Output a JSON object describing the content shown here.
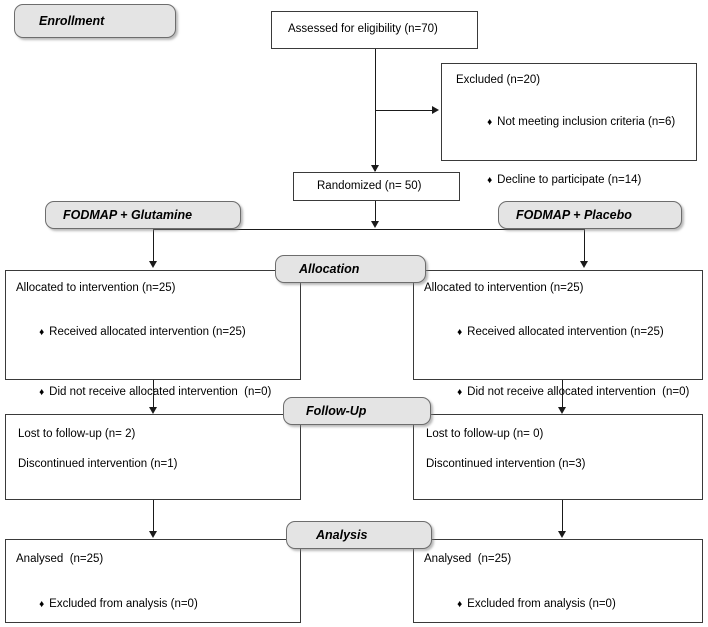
{
  "diagram": {
    "title": "CONSORT participant flow diagram",
    "type": "flowchart",
    "colors": {
      "stage_fill": "#e4e4e4",
      "stage_border": "#6d6d6d",
      "box_border": "#3a3a3a",
      "line": "#1a1a1a",
      "text": "#000000",
      "background": "#ffffff"
    }
  },
  "stages": {
    "enrollment": "Enrollment",
    "allocation": "Allocation",
    "followup": "Follow-Up",
    "analysis": "Analysis"
  },
  "arms": {
    "left": "FODMAP + Glutamine",
    "right": "FODMAP + Placebo"
  },
  "enrollment": {
    "assessed": "Assessed for eligibility (n=70)",
    "randomized": "Randomized (n= 50)",
    "excluded": {
      "heading": "Excluded (n=20)",
      "items": [
        "Not meeting inclusion criteria (n=6)",
        "Decline to participate (n=14)"
      ]
    }
  },
  "allocation": {
    "left": {
      "heading": "Allocated to intervention (n=25)",
      "items": [
        "Received allocated intervention (n=25)",
        "Did not receive allocated intervention  (n=0)"
      ]
    },
    "right": {
      "heading": "Allocated to intervention (n=25)",
      "items": [
        "Received allocated intervention (n=25)",
        "Did not receive allocated intervention  (n=0)"
      ]
    }
  },
  "followup": {
    "left": {
      "lines": [
        "Lost to follow-up (n= 2)",
        "Discontinued intervention (n=1)"
      ]
    },
    "right": {
      "lines": [
        "Lost to follow-up (n= 0)",
        "Discontinued intervention (n=3)"
      ]
    }
  },
  "analysis": {
    "left": {
      "heading": "Analysed  (n=25)",
      "items": [
        "Excluded from analysis (n=0)"
      ]
    },
    "right": {
      "heading": "Analysed  (n=25)",
      "items": [
        "Excluded from analysis (n=0)"
      ]
    }
  },
  "icons": {
    "bullet": "♦"
  }
}
